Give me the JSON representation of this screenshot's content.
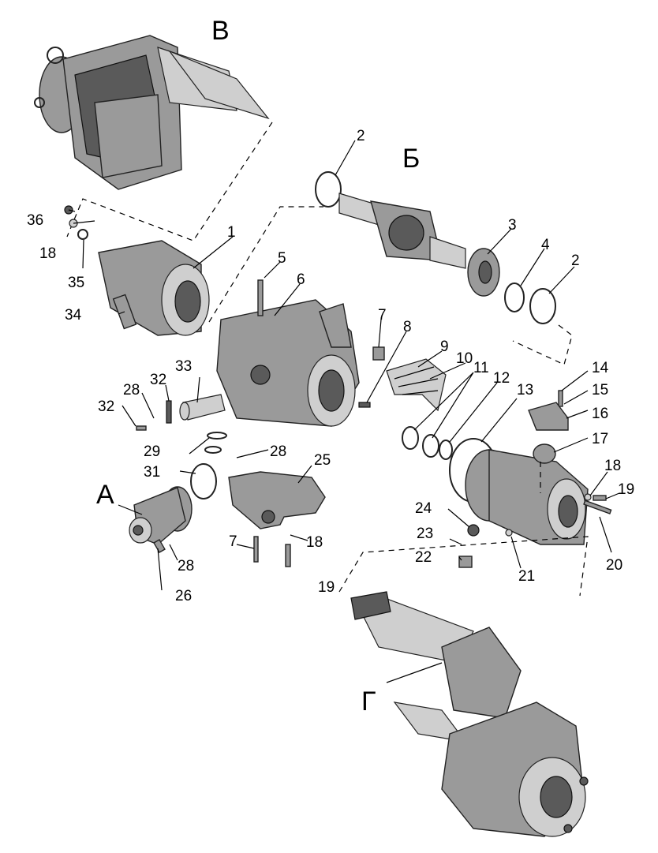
{
  "assemblies": {
    "A": "А",
    "B": "Б",
    "V": "В",
    "G": "Г"
  },
  "callouts": [
    {
      "id": "c1",
      "text": "1"
    },
    {
      "id": "c2a",
      "text": "2"
    },
    {
      "id": "c2b",
      "text": "2"
    },
    {
      "id": "c3",
      "text": "3"
    },
    {
      "id": "c4",
      "text": "4"
    },
    {
      "id": "c5",
      "text": "5"
    },
    {
      "id": "c6",
      "text": "6"
    },
    {
      "id": "c7a",
      "text": "7"
    },
    {
      "id": "c7b",
      "text": "7"
    },
    {
      "id": "c8",
      "text": "8"
    },
    {
      "id": "c9",
      "text": "9"
    },
    {
      "id": "c10",
      "text": "10"
    },
    {
      "id": "c11",
      "text": "11"
    },
    {
      "id": "c12",
      "text": "12"
    },
    {
      "id": "c13",
      "text": "13"
    },
    {
      "id": "c14",
      "text": "14"
    },
    {
      "id": "c15",
      "text": "15"
    },
    {
      "id": "c16",
      "text": "16"
    },
    {
      "id": "c17",
      "text": "17"
    },
    {
      "id": "c18a",
      "text": "18"
    },
    {
      "id": "c18b",
      "text": "18"
    },
    {
      "id": "c18c",
      "text": "18"
    },
    {
      "id": "c19a",
      "text": "19"
    },
    {
      "id": "c19b",
      "text": "19"
    },
    {
      "id": "c20",
      "text": "20"
    },
    {
      "id": "c21",
      "text": "21"
    },
    {
      "id": "c22",
      "text": "22"
    },
    {
      "id": "c23",
      "text": "23"
    },
    {
      "id": "c24",
      "text": "24"
    },
    {
      "id": "c25",
      "text": "25"
    },
    {
      "id": "c26",
      "text": "26"
    },
    {
      "id": "c28a",
      "text": "28"
    },
    {
      "id": "c28b",
      "text": "28"
    },
    {
      "id": "c28c",
      "text": "28"
    },
    {
      "id": "c29",
      "text": "29"
    },
    {
      "id": "c31",
      "text": "31"
    },
    {
      "id": "c32a",
      "text": "32"
    },
    {
      "id": "c32b",
      "text": "32"
    },
    {
      "id": "c33",
      "text": "33"
    },
    {
      "id": "c34",
      "text": "34"
    },
    {
      "id": "c35",
      "text": "35"
    },
    {
      "id": "c36",
      "text": "36"
    }
  ]
}
